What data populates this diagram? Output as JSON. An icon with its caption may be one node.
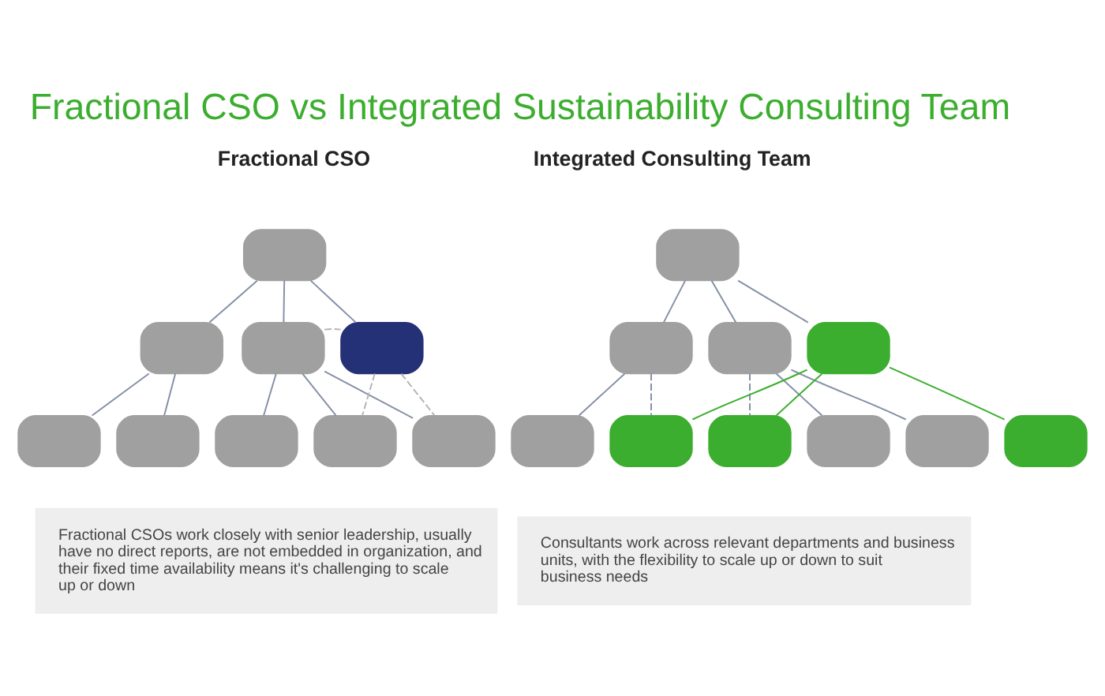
{
  "diagram": {
    "title": "Fractional CSO vs Integrated Sustainability Consulting Team",
    "nodes": [
      {
        "text": [],
        "shape": "box"
      },
      {
        "text": [],
        "shape": "box"
      },
      {
        "text": [],
        "shape": "box"
      },
      {
        "text": [],
        "shape": "box"
      },
      {
        "text": [],
        "shape": "box"
      },
      {
        "text": [],
        "shape": "box"
      },
      {
        "text": [],
        "shape": "box"
      },
      {
        "text": [],
        "shape": "box"
      },
      {
        "text": [],
        "shape": "box"
      },
      {
        "text": [],
        "shape": "box"
      },
      {
        "text": [],
        "shape": "box"
      },
      {
        "text": [],
        "shape": "box"
      },
      {
        "text": [],
        "shape": "box"
      },
      {
        "text": [],
        "shape": "box"
      },
      {
        "text": [],
        "shape": "box"
      },
      {
        "text": [],
        "shape": "box"
      },
      {
        "text": [],
        "shape": "box"
      },
      {
        "text": [],
        "shape": "box"
      },
      {
        "text": [],
        "shape": "box"
      },
      {
        "text": [
          "Fractional CSOs work closely with senior leadership, usually have no direct reports, are not embedded in organization, and their fixed time availability means it's challenging to scale up or down"
        ]
      },
      {
        "text": [
          "Consultants work across relevant departments and business units, with the flexibility to scale up or down to suit business needs"
        ]
      }
    ],
    "edges": [
      {
        "from": 0,
        "to": 1,
        "arrow": "none"
      },
      {
        "from": 0,
        "to": 2,
        "arrow": "none"
      },
      {
        "from": 0,
        "to": 3,
        "arrow": "none"
      },
      {
        "from": 2,
        "to": 3,
        "arrow": "none",
        "style": "dashed",
        "color": "#b4b4b4"
      },
      {
        "from": 1,
        "to": 4,
        "arrow": "none"
      },
      {
        "from": 1,
        "to": 5,
        "arrow": "none"
      },
      {
        "from": 2,
        "to": 6,
        "arrow": "none"
      },
      {
        "from": 2,
        "to": 7,
        "arrow": "none"
      },
      {
        "from": 2,
        "to": 8,
        "arrow": "none"
      },
      {
        "from": 3,
        "to": 7,
        "arrow": "none",
        "style": "dashed",
        "color": "#b4b4b4"
      },
      {
        "from": 3,
        "to": 8,
        "arrow": "none",
        "style": "dashed",
        "color": "#b4b4b4"
      },
      {
        "from": 9,
        "to": 10,
        "arrow": "none"
      },
      {
        "from": 9,
        "to": 11,
        "arrow": "none"
      },
      {
        "from": 9,
        "to": 12,
        "arrow": "none"
      },
      {
        "from": 10,
        "to": 13,
        "arrow": "none"
      },
      {
        "from": 10,
        "to": 14,
        "arrow": "none",
        "style": "dashed"
      },
      {
        "from": 11,
        "to": 15,
        "arrow": "none",
        "style": "dashed"
      },
      {
        "from": 11,
        "to": 16,
        "arrow": "none"
      },
      {
        "from": 11,
        "to": 17,
        "arrow": "none"
      },
      {
        "from": 12,
        "to": 14,
        "arrow": "none",
        "color": "#3cae2f"
      },
      {
        "from": 12,
        "to": 15,
        "arrow": "none",
        "color": "#3cae2f"
      },
      {
        "from": 12,
        "to": 18,
        "arrow": "none",
        "color": "#3cae2f"
      }
    ],
    "labels": [
      "Fractional CSO",
      "Integrated Consulting Team"
    ]
  }
}
